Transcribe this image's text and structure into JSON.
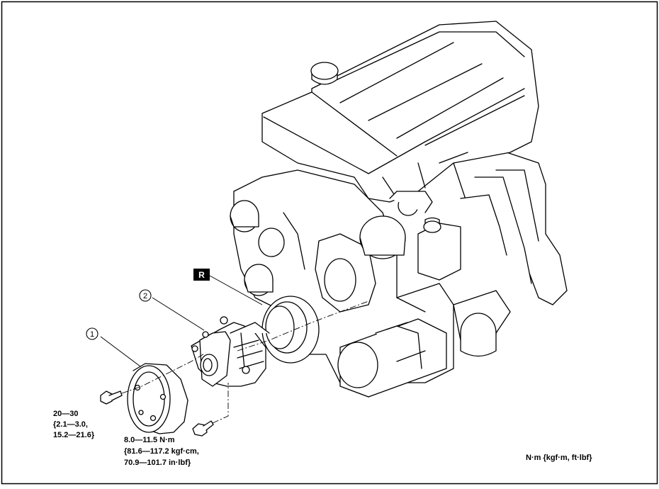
{
  "callouts": {
    "part1": "1",
    "part2": "2",
    "replace_mark": "R"
  },
  "torque_pulley_bolt": {
    "line1": "20—30",
    "line2": "{2.1—3.0,",
    "line3": "15.2—21.6}"
  },
  "torque_pump_bolt": {
    "line1": "8.0—11.5 N·m",
    "line2": "{81.6—117.2 kgf·cm,",
    "line3": "70.9—101.7 in·lbf}"
  },
  "unit_legend": "N·m {kgf·m, ft·lbf}",
  "colors": {
    "line": "#000000",
    "background": "#ffffff"
  }
}
